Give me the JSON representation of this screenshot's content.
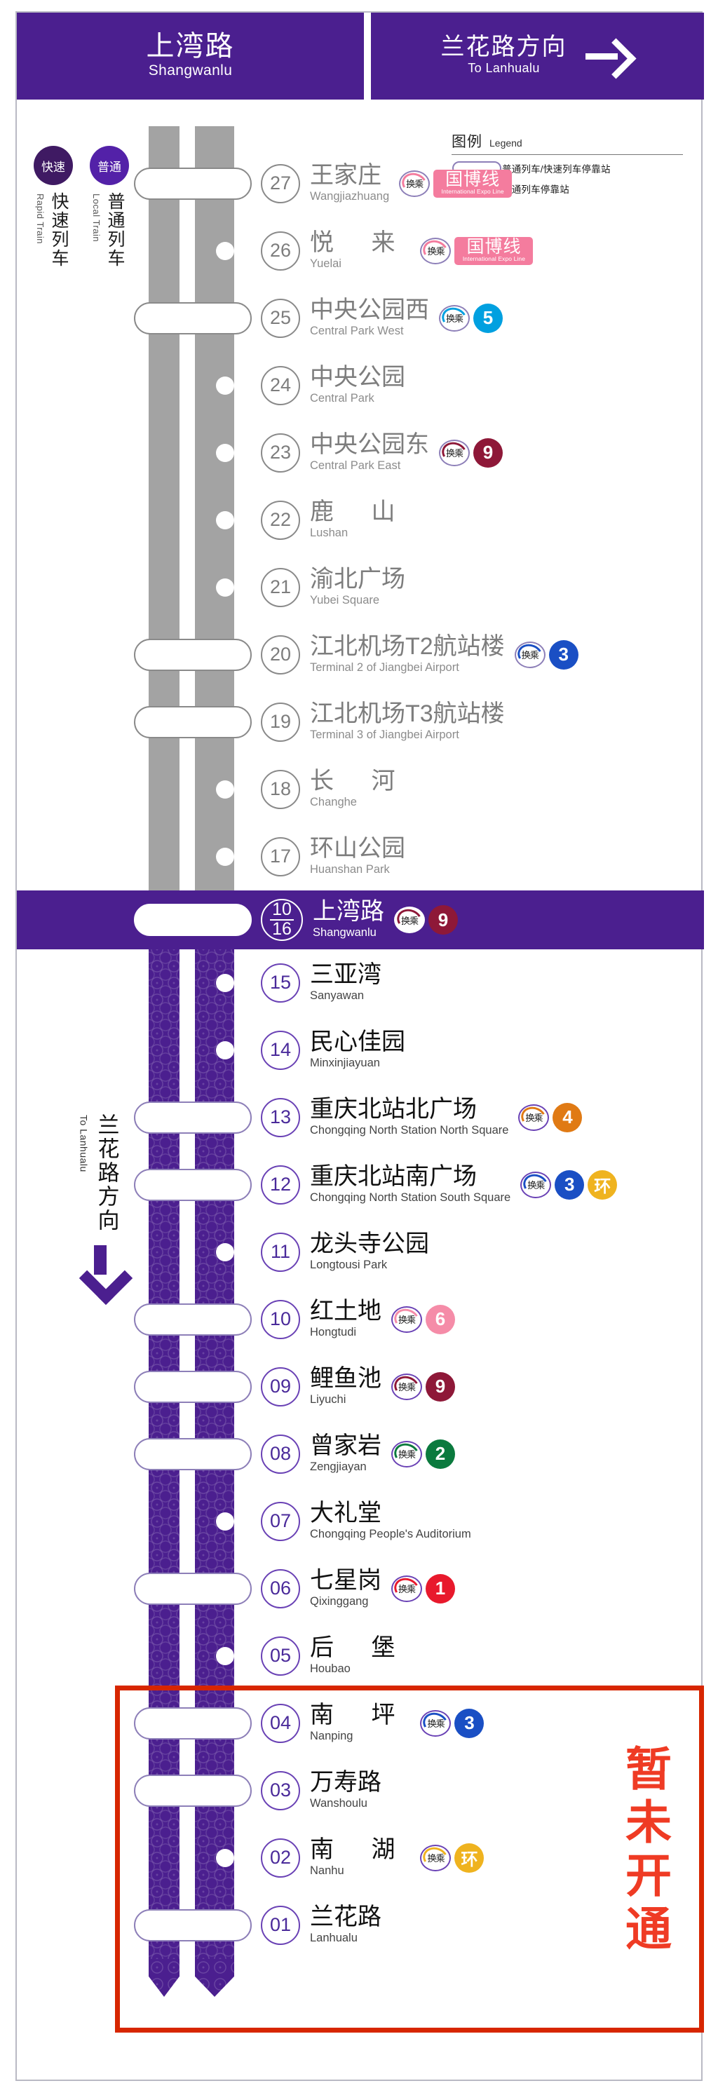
{
  "header": {
    "station_cn": "上湾路",
    "station_en": "Shangwanlu",
    "direction_cn": "兰花路方向",
    "direction_en": "To Lanhualu",
    "arrow": "arrow-right-icon"
  },
  "legend": {
    "title_cn": "图例",
    "title_en": "Legend",
    "items": [
      {
        "symbol": "capsule",
        "text": "普通列车/快速列车停靠站"
      },
      {
        "symbol": "dot",
        "text": "普通列车停靠站"
      }
    ]
  },
  "train_types": [
    {
      "badge": "快速",
      "name_cn": "快速列车",
      "name_en": "Rapid Train",
      "color": "#3f1a63"
    },
    {
      "badge": "普通",
      "name_cn": "普通列车",
      "name_en": "Local Train",
      "color": "#5321a8"
    }
  ],
  "direction_lower": {
    "text_cn": "兰花路方向",
    "text_en": "To Lanhualu",
    "arrow": "arrow-down-icon"
  },
  "not_open_notice": "暂未开通",
  "colors": {
    "line_purple": "#4b1f8f",
    "gray_segment": "#a3a3a3",
    "notice_red": "#ef3b24",
    "notice_border": "#d72600"
  },
  "stations": [
    {
      "num": "27",
      "cn": "王家庄",
      "en": "Wangjiazhuang",
      "marker": "capsule",
      "segment": "gray",
      "spaced": false,
      "transfers": [
        {
          "type": "wide",
          "cn": "国博线",
          "en": "International Expo Line",
          "color": "#f47c9e"
        }
      ]
    },
    {
      "num": "26",
      "cn": "悦 来",
      "en": "Yuelai",
      "marker": "dot",
      "segment": "gray",
      "spaced": true,
      "transfers": [
        {
          "type": "wide",
          "cn": "国博线",
          "en": "International Expo Line",
          "color": "#f47c9e"
        }
      ]
    },
    {
      "num": "25",
      "cn": "中央公园西",
      "en": "Central Park West",
      "marker": "capsule",
      "segment": "gray",
      "spaced": false,
      "transfers": [
        {
          "type": "circle",
          "label": "5",
          "color": "#00a0e0"
        }
      ]
    },
    {
      "num": "24",
      "cn": "中央公园",
      "en": "Central Park",
      "marker": "dot",
      "segment": "gray",
      "spaced": false,
      "transfers": []
    },
    {
      "num": "23",
      "cn": "中央公园东",
      "en": "Central Park East",
      "marker": "dot",
      "segment": "gray",
      "spaced": false,
      "transfers": [
        {
          "type": "circle",
          "label": "9",
          "color": "#8e1838"
        }
      ]
    },
    {
      "num": "22",
      "cn": "鹿 山",
      "en": "Lushan",
      "marker": "dot",
      "segment": "gray",
      "spaced": true,
      "transfers": []
    },
    {
      "num": "21",
      "cn": "渝北广场",
      "en": "Yubei Square",
      "marker": "dot",
      "segment": "gray",
      "spaced": false,
      "transfers": []
    },
    {
      "num": "20",
      "cn": "江北机场T2航站楼",
      "en": "Terminal 2 of Jiangbei Airport",
      "marker": "capsule",
      "segment": "gray",
      "spaced": false,
      "transfers": [
        {
          "type": "circle",
          "label": "3",
          "color": "#1a4fc4"
        }
      ]
    },
    {
      "num": "19",
      "cn": "江北机场T3航站楼",
      "en": "Terminal 3 of Jiangbei Airport",
      "marker": "capsule",
      "segment": "gray",
      "spaced": false,
      "transfers": []
    },
    {
      "num": "18",
      "cn": "长 河",
      "en": "Changhe",
      "marker": "dot",
      "segment": "gray",
      "spaced": true,
      "transfers": []
    },
    {
      "num": "17",
      "cn": "环山公园",
      "en": "Huanshan Park",
      "marker": "dot",
      "segment": "gray",
      "spaced": false,
      "transfers": []
    },
    {
      "num": "10/16",
      "num_top": "10",
      "num_bottom": "16",
      "cn": "上湾路",
      "en": "Shangwanlu",
      "marker": "capsule",
      "segment": "current",
      "spaced": false,
      "transfers": [
        {
          "type": "circle",
          "label": "9",
          "color": "#8e1838"
        }
      ]
    },
    {
      "num": "15",
      "cn": "三亚湾",
      "en": "Sanyawan",
      "marker": "dot",
      "segment": "purple",
      "spaced": false,
      "transfers": []
    },
    {
      "num": "14",
      "cn": "民心佳园",
      "en": "Minxinjiayuan",
      "marker": "dot",
      "segment": "purple",
      "spaced": false,
      "transfers": []
    },
    {
      "num": "13",
      "cn": "重庆北站北广场",
      "en": "Chongqing North Station North Square",
      "marker": "capsule",
      "segment": "purple",
      "spaced": false,
      "transfers": [
        {
          "type": "circle",
          "label": "4",
          "color": "#e07a14"
        }
      ]
    },
    {
      "num": "12",
      "cn": "重庆北站南广场",
      "en": "Chongqing North Station South Square",
      "marker": "capsule",
      "segment": "purple",
      "spaced": false,
      "transfers": [
        {
          "type": "circle",
          "label": "3",
          "color": "#1a4fc4"
        },
        {
          "type": "circle",
          "label": "环",
          "color": "#efb31f"
        }
      ]
    },
    {
      "num": "11",
      "cn": "龙头寺公园",
      "en": "Longtousi Park",
      "marker": "dot",
      "segment": "purple",
      "spaced": false,
      "transfers": []
    },
    {
      "num": "10",
      "cn": "红土地",
      "en": "Hongtudi",
      "marker": "capsule",
      "segment": "purple",
      "spaced": false,
      "transfers": [
        {
          "type": "circle",
          "label": "6",
          "color": "#f58ca8"
        }
      ]
    },
    {
      "num": "09",
      "cn": "鲤鱼池",
      "en": "Liyuchi",
      "marker": "capsule",
      "segment": "purple",
      "spaced": false,
      "transfers": [
        {
          "type": "circle",
          "label": "9",
          "color": "#8e1838"
        }
      ]
    },
    {
      "num": "08",
      "cn": "曾家岩",
      "en": "Zengjiayan",
      "marker": "capsule",
      "segment": "purple",
      "spaced": false,
      "transfers": [
        {
          "type": "circle",
          "label": "2",
          "color": "#0b7a3e"
        }
      ]
    },
    {
      "num": "07",
      "cn": "大礼堂",
      "en": "Chongqing People's Auditorium",
      "marker": "dot",
      "segment": "purple",
      "spaced": false,
      "transfers": []
    },
    {
      "num": "06",
      "cn": "七星岗",
      "en": "Qixinggang",
      "marker": "capsule",
      "segment": "purple",
      "spaced": false,
      "transfers": [
        {
          "type": "circle",
          "label": "1",
          "color": "#e8192c"
        }
      ]
    },
    {
      "num": "05",
      "cn": "后 堡",
      "en": "Houbao",
      "marker": "dot",
      "segment": "purple",
      "spaced": true,
      "transfers": []
    },
    {
      "num": "04",
      "cn": "南 坪",
      "en": "Nanping",
      "marker": "capsule",
      "segment": "purple",
      "spaced": true,
      "transfers": [
        {
          "type": "circle",
          "label": "3",
          "color": "#1a4fc4"
        }
      ]
    },
    {
      "num": "03",
      "cn": "万寿路",
      "en": "Wanshoulu",
      "marker": "capsule",
      "segment": "purple",
      "spaced": false,
      "transfers": []
    },
    {
      "num": "02",
      "cn": "南 湖",
      "en": "Nanhu",
      "marker": "dot",
      "segment": "purple",
      "spaced": true,
      "transfers": [
        {
          "type": "circle",
          "label": "环",
          "color": "#efb31f"
        }
      ]
    },
    {
      "num": "01",
      "cn": "兰花路",
      "en": "Lanhualu",
      "marker": "capsule",
      "segment": "purple",
      "spaced": false,
      "transfers": []
    }
  ]
}
